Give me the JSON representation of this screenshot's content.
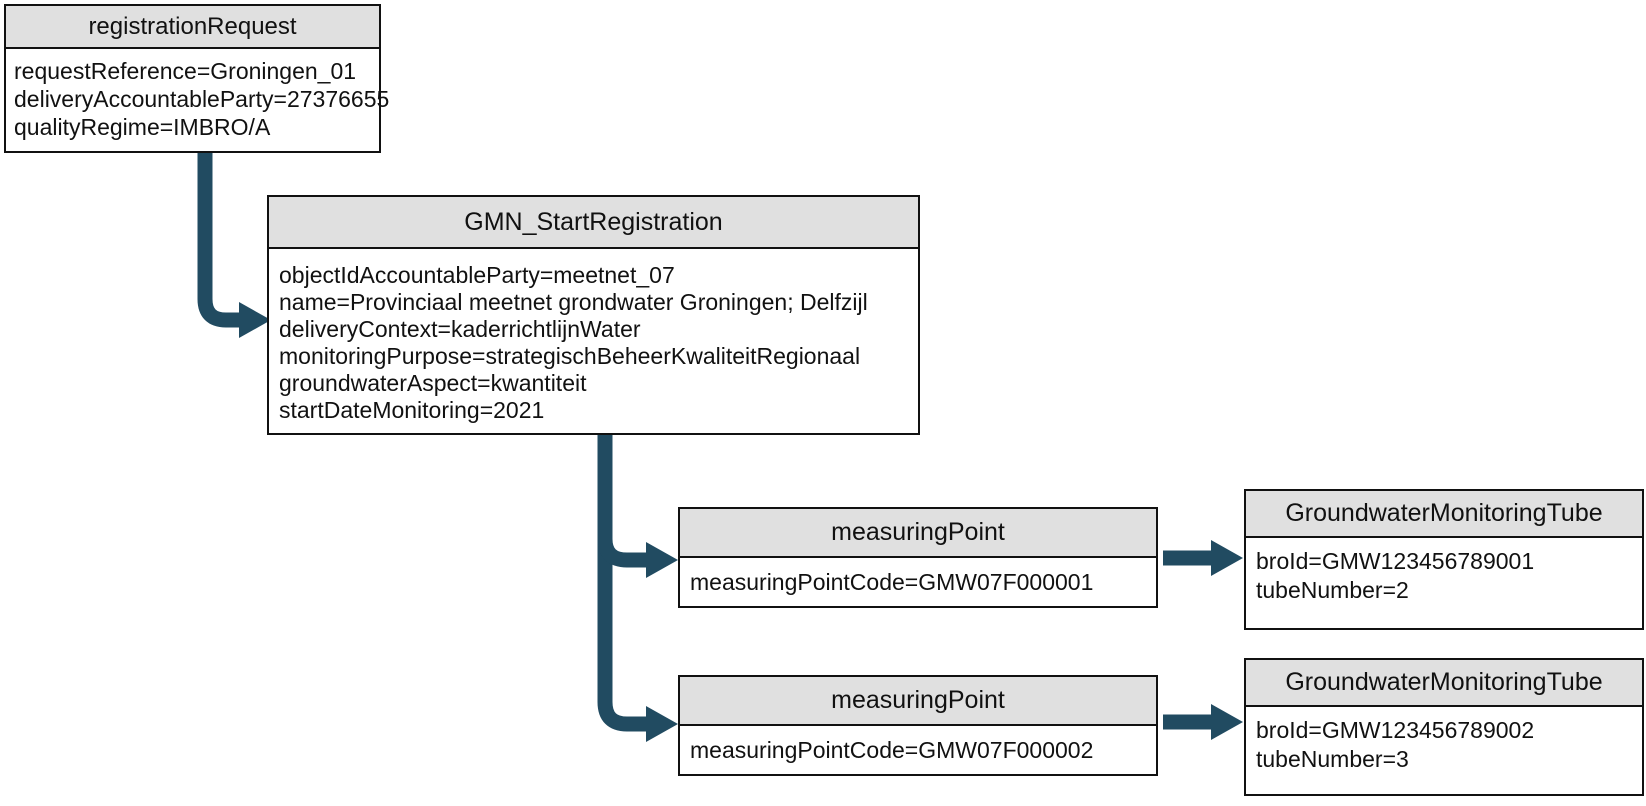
{
  "diagram": {
    "colors": {
      "arrow": "#214b61",
      "header_bg": "#e0e0e0",
      "border": "#111111",
      "background": "#ffffff"
    },
    "nodes": {
      "registrationRequest": {
        "title": "registrationRequest",
        "attributes": [
          "requestReference=Groningen_01",
          "deliveryAccountableParty=27376655",
          "qualityRegime=IMBRO/A"
        ]
      },
      "gmnStartRegistration": {
        "title": "GMN_StartRegistration",
        "attributes": [
          "objectIdAccountableParty=meetnet_07",
          "name=Provinciaal meetnet grondwater Groningen; Delfzijl",
          "deliveryContext=kaderrichtlijnWater",
          "monitoringPurpose=strategischBeheerKwaliteitRegionaal",
          "groundwaterAspect=kwantiteit",
          "startDateMonitoring=2021"
        ]
      },
      "measuringPoint1": {
        "title": "measuringPoint",
        "attributes": [
          "measuringPointCode=GMW07F000001"
        ]
      },
      "groundwaterMonitoringTube1": {
        "title": "GroundwaterMonitoringTube",
        "attributes": [
          "broId=GMW123456789001",
          "tubeNumber=2"
        ]
      },
      "measuringPoint2": {
        "title": "measuringPoint",
        "attributes": [
          "measuringPointCode=GMW07F000002"
        ]
      },
      "groundwaterMonitoringTube2": {
        "title": "GroundwaterMonitoringTube",
        "attributes": [
          "broId=GMW123456789002",
          "tubeNumber=3"
        ]
      }
    }
  }
}
